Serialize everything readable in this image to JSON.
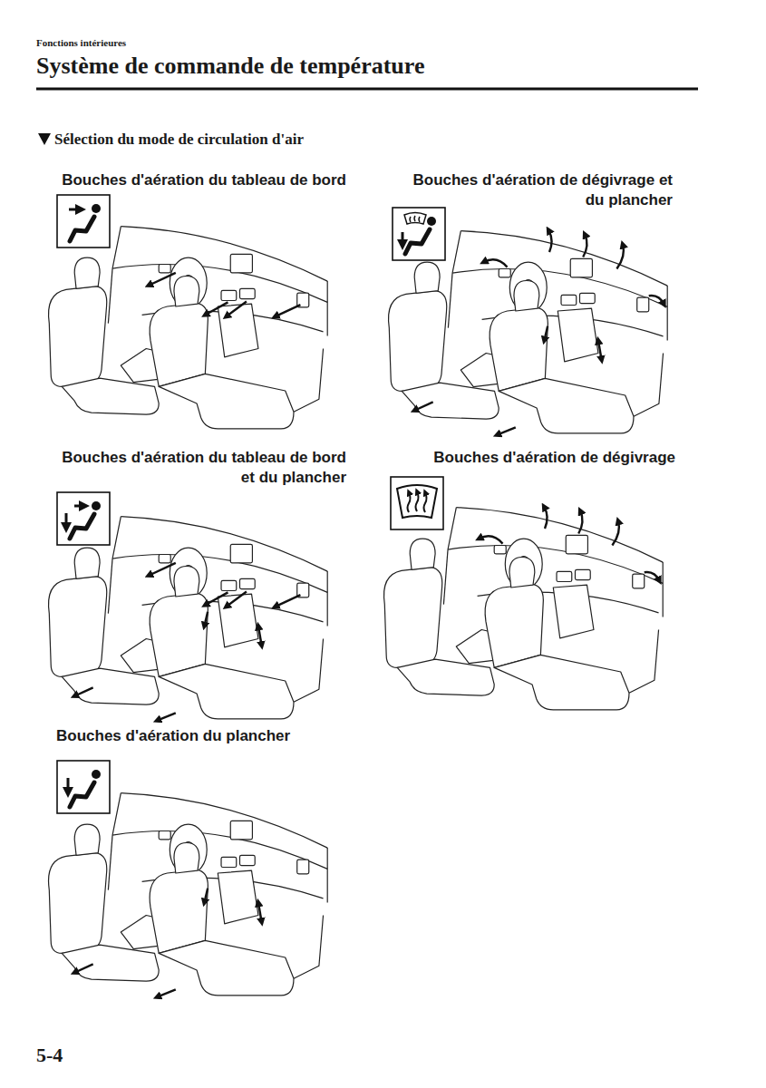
{
  "diagram": {
    "title": "Système de commande de température",
    "labels": [
      "Fonctions intérieures",
      "Sélection du mode de circulation d'air",
      "Bouches d'aération du tableau de bord",
      "Bouches d'aération de dégivrage et du plancher",
      "Bouches d'aération du tableau de bord et du plancher",
      "Bouches d'aération de dégivrage",
      "Bouches d'aération du plancher",
      "5-4"
    ]
  }
}
